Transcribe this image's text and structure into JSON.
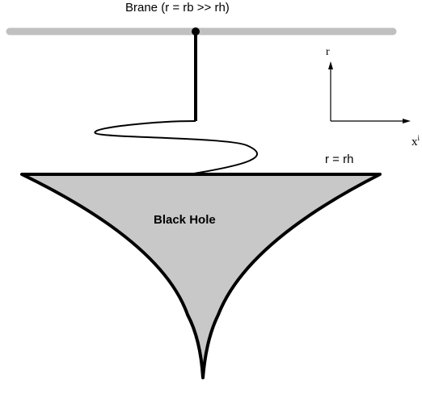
{
  "labels": {
    "brane": "Brane (r = rb >> rh)",
    "horizon": "r = rh",
    "black_hole": "Black Hole",
    "axis_r": "r",
    "axis_x_base": "x",
    "axis_x_sup": "i"
  },
  "colors": {
    "brane": "#c0c0c0",
    "black_hole_fill": "#c8c8c8",
    "stroke": "#000000",
    "background": "#ffffff"
  }
}
